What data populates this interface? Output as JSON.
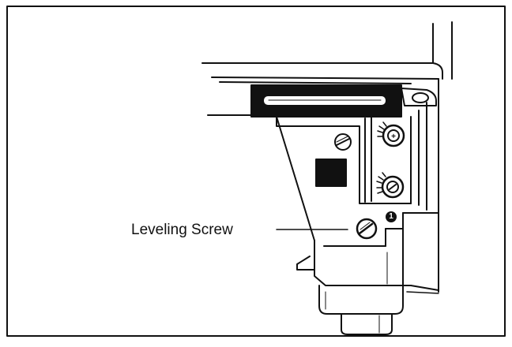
{
  "figure": {
    "callout_label": "Leveling Screw",
    "callout_number": "1",
    "colors": {
      "ink": "#111111",
      "background": "#ffffff"
    },
    "parts": [
      "top-panel",
      "slot-bracket",
      "adjustment-knob-upper",
      "adjustment-knob-lower",
      "slotted-screw-upper",
      "leveling-screw",
      "black-square-label",
      "foot-housing",
      "pedestal-foot"
    ]
  }
}
